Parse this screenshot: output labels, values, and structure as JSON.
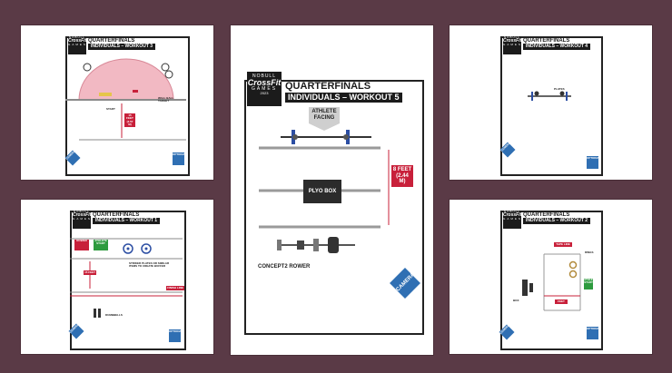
{
  "logo": {
    "line1": "NOBULL",
    "line2": "CrossFit",
    "line3": "GAMES",
    "line4": "2023"
  },
  "banner": {
    "title": "QUARTERFINALS",
    "subtitle_prefix": "INDIVIDUALS – WORKOUT"
  },
  "cards": [
    {
      "id": "workout-3",
      "workout": "3",
      "labels": {
        "start": "START",
        "ball": "BALL",
        "wall_ball_target": "WALL BALL TARGET",
        "distance": "15 FEET (4.57 M)"
      }
    },
    {
      "id": "workout-5",
      "workout": "5",
      "labels": {
        "athlete_facing": "ATHLETE FACING",
        "plyo_box": "PLYO BOX",
        "distance": "8 FEET (2.44 M)",
        "rower": "CONCEPT2 ROWER",
        "camera": "CAMERA"
      }
    },
    {
      "id": "workout-4",
      "workout": "4",
      "labels": {
        "plates": "PLATES"
      }
    },
    {
      "id": "workout-1",
      "workout": "1",
      "labels": {
        "rower_area": "ROWER",
        "athlete_start": "ATHLETE START",
        "dumbbells": "DUMBBELLS",
        "distance": "15 FEET",
        "finish_line": "FINISH LINE",
        "barbell_note": "STRIKER PLATES OR SIMILAR ITEMS TO CREATE BUFFER",
        "plates_label": "PLATES"
      }
    },
    {
      "id": "workout-2",
      "workout": "2",
      "labels": {
        "tape_line": "TAPE LINE",
        "rings": "RINGS",
        "athlete_start": "ATHLETE START",
        "box_sit": "BOX",
        "distance": "FEET"
      }
    }
  ],
  "camera_label": "CAMERA",
  "optional_label": "OPTIONAL",
  "colors": {
    "background": "#5a3a46",
    "accent_red": "#c8203a",
    "camera_blue": "#2f6fb3",
    "start_green": "#2d9b3e",
    "dark": "#1b1b1b"
  }
}
